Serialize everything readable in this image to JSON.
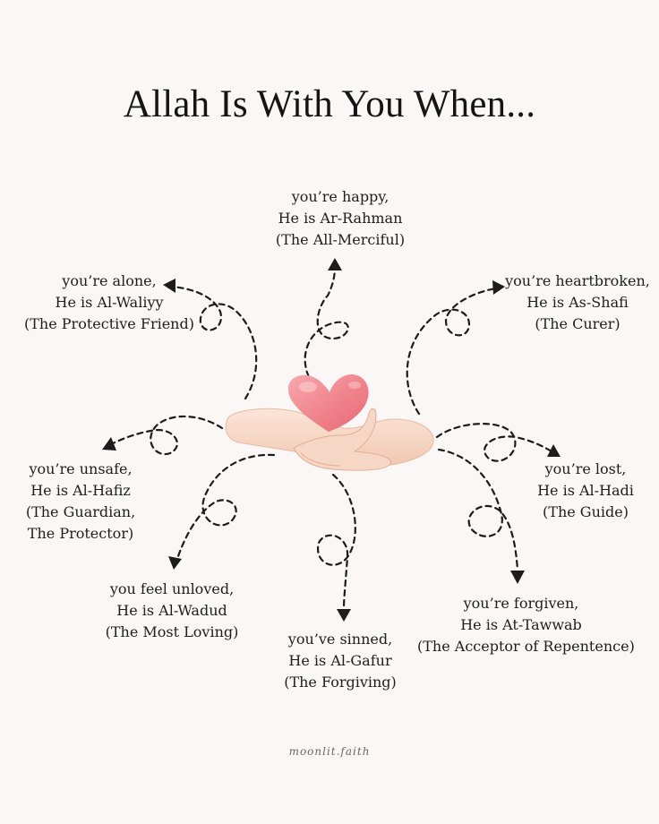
{
  "title": "Allah Is With You When...",
  "watermark": "moonlit.faith",
  "icons": {
    "center": "heart-in-hands-icon"
  },
  "colors": {
    "background": "#fbf7f6",
    "heart": "#f2828a",
    "hand": "#f6d6c4"
  },
  "items": {
    "happy": {
      "line1": "you’re happy,",
      "line2": "He is Ar-Rahman",
      "line3": "(The All-Merciful)"
    },
    "alone": {
      "line1": "you’re alone,",
      "line2": "He is Al-Waliyy",
      "line3": "(The Protective Friend)"
    },
    "heartbroken": {
      "line1": "you’re heartbroken,",
      "line2": "He is As-Shafi",
      "line3": "(The Curer)"
    },
    "unsafe": {
      "line1": "you’re unsafe,",
      "line2": "He is Al-Hafiz",
      "line3": "(The Guardian,",
      "line4": "The Protector)"
    },
    "lost": {
      "line1": "you’re lost,",
      "line2": "He is Al-Hadi",
      "line3": "(The Guide)"
    },
    "unloved": {
      "line1": "you feel unloved,",
      "line2": "He is Al-Wadud",
      "line3": "(The Most Loving)"
    },
    "sinned": {
      "line1": "you’ve sinned,",
      "line2": "He is Al-Gafur",
      "line3": "(The Forgiving)"
    },
    "forgiven": {
      "line1": "you’re forgiven,",
      "line2": "He is At-Tawwab",
      "line3": "(The Acceptor of Repentence)"
    }
  }
}
